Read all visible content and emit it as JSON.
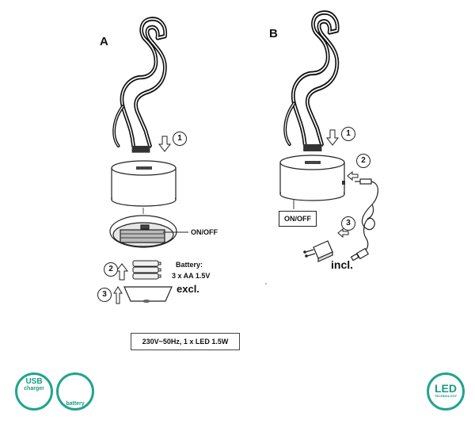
{
  "panels": {
    "a_label": "A",
    "b_label": "B"
  },
  "steps": {
    "a1": "1",
    "a2": "2",
    "a3": "3",
    "b1": "1",
    "b2": "2",
    "b3": "3"
  },
  "panel_a": {
    "on_off": "ON/OFF",
    "battery_title": "Battery:",
    "battery_spec": "3 x AA 1.5V",
    "excl": "excl."
  },
  "panel_b": {
    "on_off": "ON/OFF",
    "incl": "incl."
  },
  "spec": "230V~50Hz, 1 x LED 1.5W",
  "badges": {
    "usb_line1": "USB",
    "usb_line2": "charger",
    "battery": "battery",
    "led_line1": "LED",
    "led_line2": "TECHNOLOGY"
  },
  "colors": {
    "badge_green": "#20a48e",
    "line": "#222222"
  },
  "icons": [
    "flamingo-neon-icon",
    "down-arrow-icon",
    "left-arrow-icon",
    "up-arrow-icon",
    "battery-icon",
    "usb-cable-icon",
    "plug-adapter-icon"
  ]
}
